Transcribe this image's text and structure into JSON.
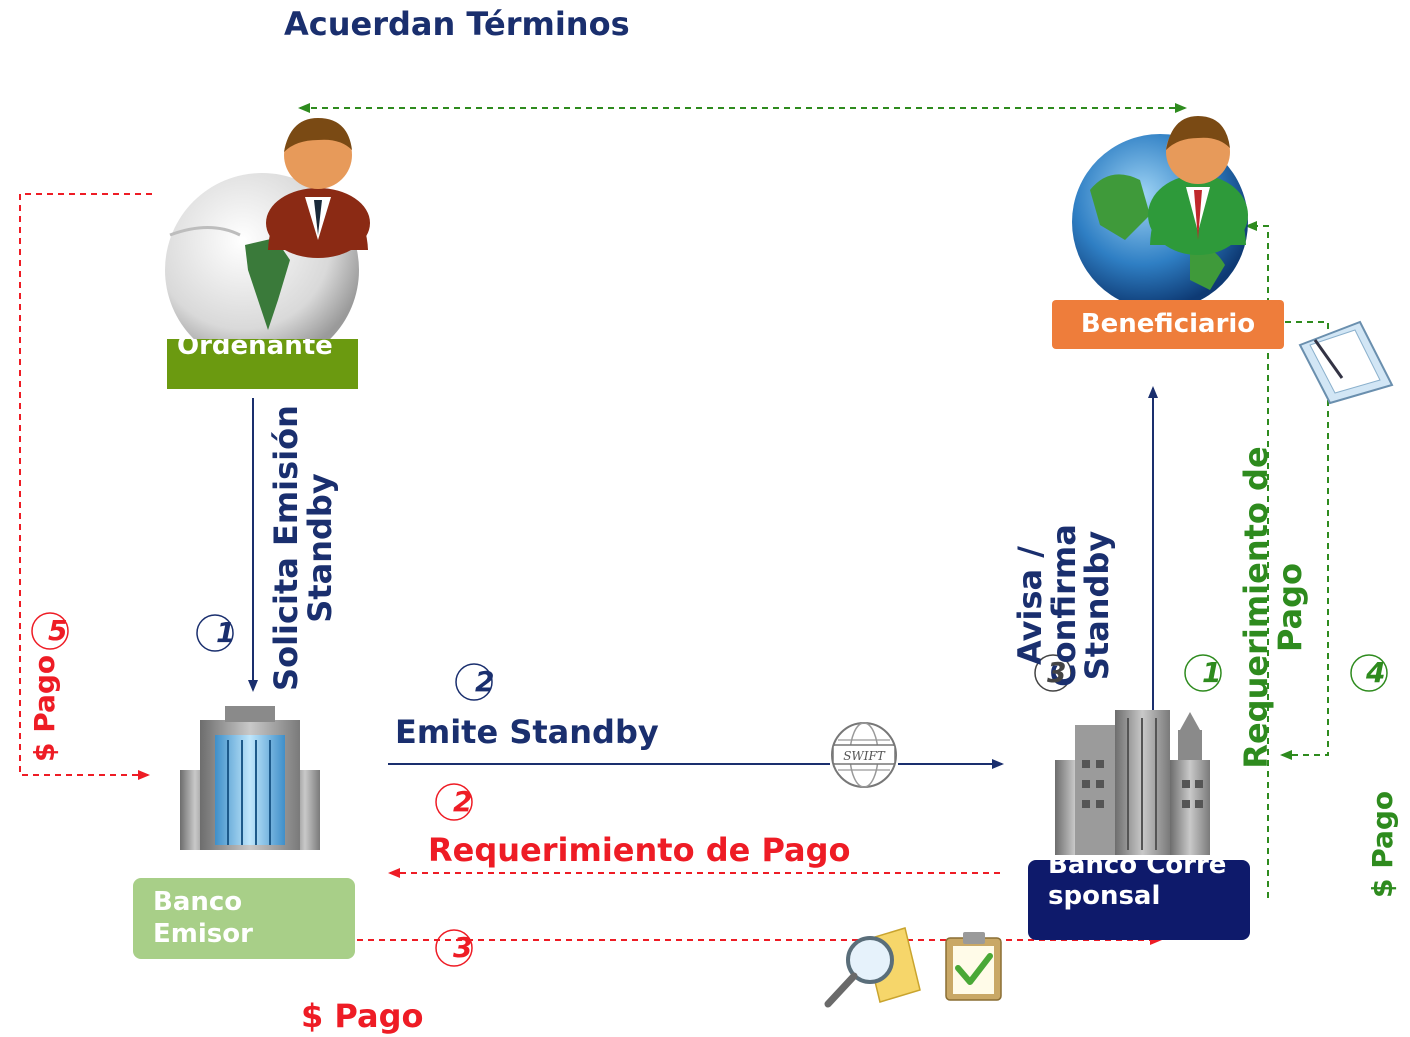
{
  "title": "Acuerdan Términos",
  "parties": {
    "ordenante": "Ordenante",
    "beneficiario": "Beneficiario",
    "banco_emisor": "Banco Emisor",
    "banco_corresponsal": "Banco Corresponsal"
  },
  "flows": {
    "solicita": "Solicita Emisión Standby",
    "emite": "Emite Standby",
    "requerimiento_banco": "Requerimiento de Pago",
    "avisa": "Avisa / Confirma Standby",
    "requerimiento_benef": "Requerimiento de Pago",
    "pago_bottom": "$ Pago",
    "pago_left": "$ Pago",
    "pago_right": "$ Pago"
  },
  "steps": {
    "s1_left": "1",
    "s2_emite": "2",
    "s2_req": "2",
    "s3_pago": "3",
    "s3_avisa": "3",
    "s1_right": "1",
    "s4": "4",
    "s5": "5"
  },
  "swift_logo": "SWIFT",
  "icons": [
    "person-globe-icon",
    "building-icon",
    "city-buildings-icon",
    "document-pen-icon",
    "magnifier-document-icon",
    "clipboard-check-icon"
  ],
  "colors": {
    "navy": "#1a2f6e",
    "red": "#ee1c25",
    "green": "#2e8b1e",
    "orange": "#ee7d3b",
    "olive_green": "#6b9a10",
    "light_green": "#a8cf88",
    "dark_navy": "#0e1a6b"
  }
}
